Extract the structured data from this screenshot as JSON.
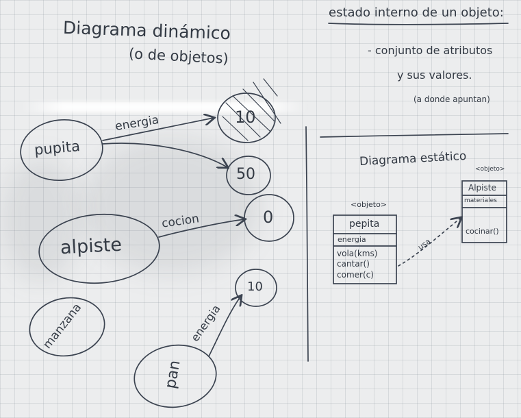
{
  "left_panel": {
    "title": "Diagrama dinámico",
    "subtitle": "(o de objetos)",
    "objects": {
      "pupita": "pupita",
      "alpiste": "alpiste",
      "manzana": "manzana",
      "pan": "pan"
    },
    "values": {
      "energia_value": "10",
      "second_value": "50",
      "cocion_value": "0",
      "pan_value": "10"
    },
    "arrows": {
      "energia_label": "energia",
      "cocion_label": "cocion",
      "pan_energia_label": "energia"
    }
  },
  "right_panel": {
    "heading": "estado interno de un objeto:",
    "note_line1": "- conjunto de atributos",
    "note_line2": "y sus valores.",
    "note_line3": "(a donde apuntan)",
    "static_title": "Diagrama estático",
    "class_bird": {
      "stereotype": "<objeto>",
      "name": "pepita",
      "attribute": "energia",
      "methods": [
        "vola(kms)",
        "cantar()",
        "comer(c)"
      ]
    },
    "class_alpiste": {
      "stereotype": "<objeto>",
      "name": "Alpiste",
      "attribute": "materiales",
      "method": "cocinar()"
    },
    "relation_label": "usa"
  }
}
